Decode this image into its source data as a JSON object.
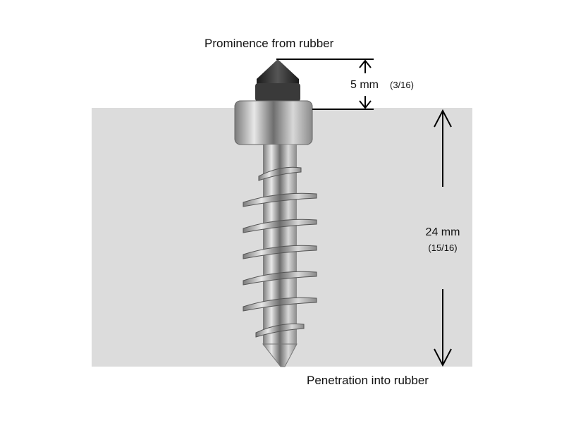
{
  "labels": {
    "prominence_title": "Prominence from rubber",
    "prominence_mm": "5 mm",
    "prominence_in": "(3/16)",
    "penetration_mm": "24 mm",
    "penetration_in": "(15/16)",
    "penetration_title": "Penetration into rubber"
  },
  "colors": {
    "rubber": "#dcdcdc",
    "stud_tip": "#2a2a2a",
    "metal": "#b8b8b8"
  }
}
